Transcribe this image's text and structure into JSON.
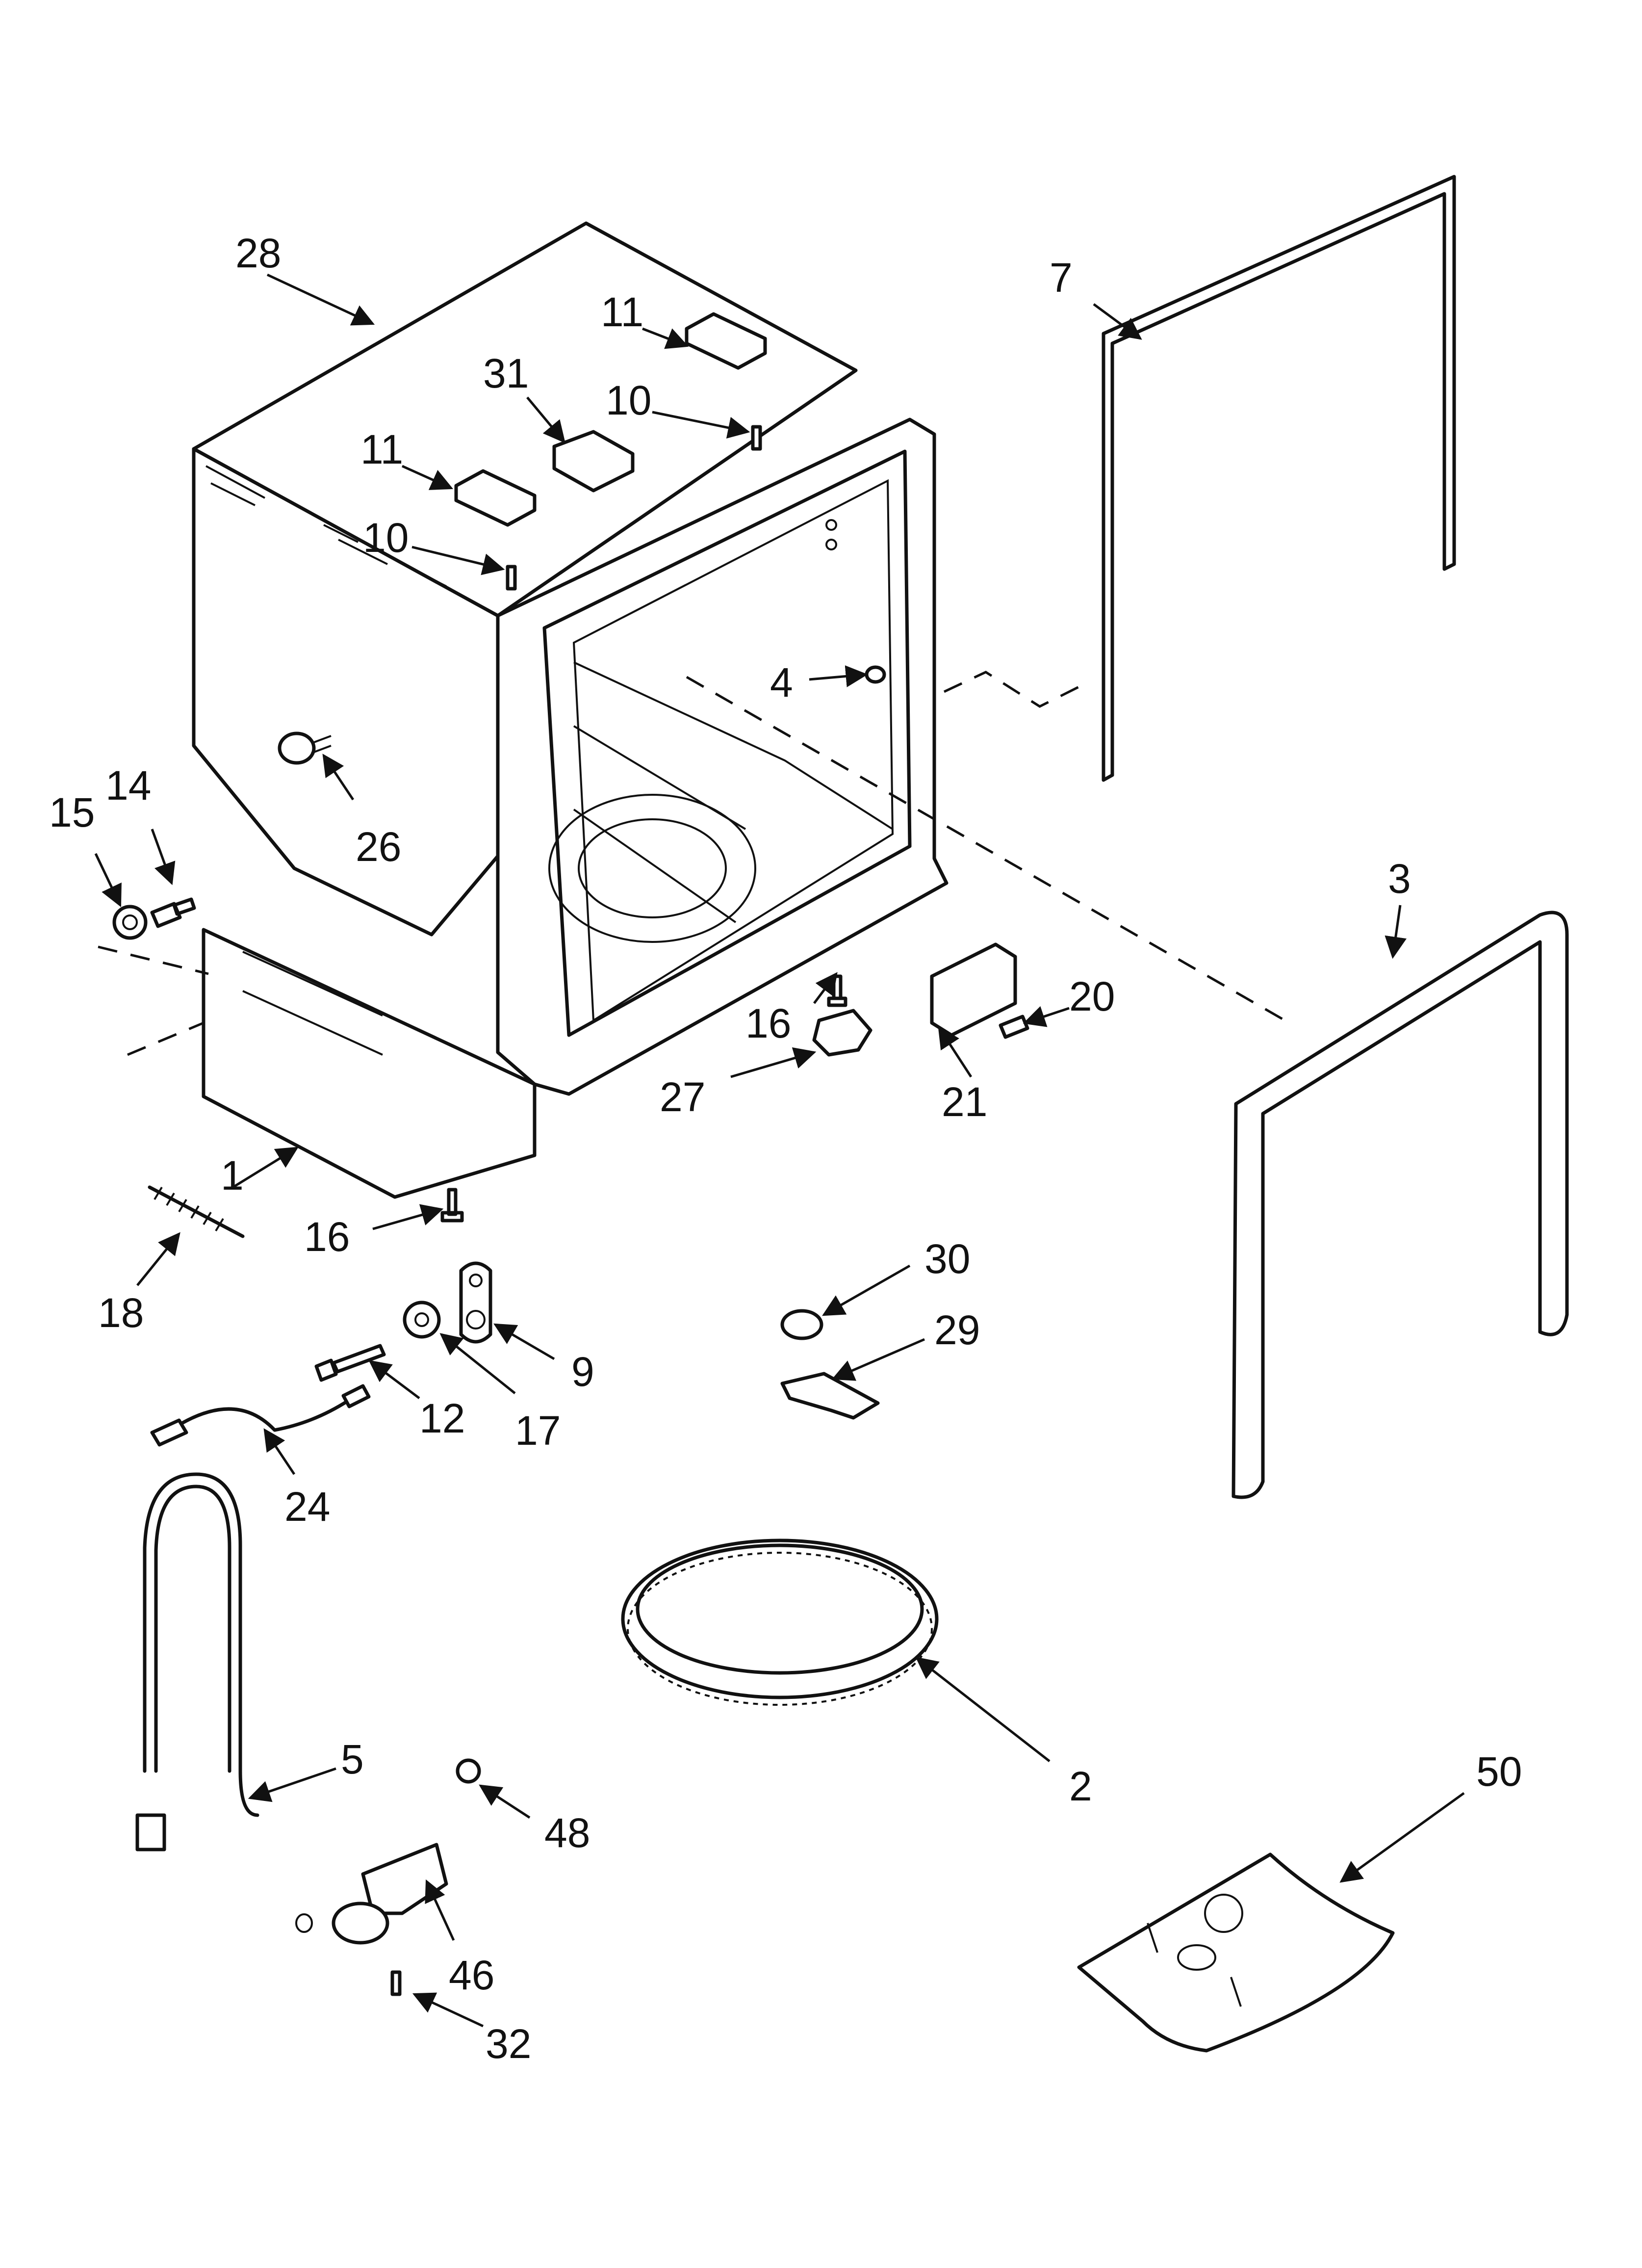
{
  "callouts": [
    {
      "id": "c-28",
      "label": "28"
    },
    {
      "id": "c-7",
      "label": "7"
    },
    {
      "id": "c-11a",
      "label": "11"
    },
    {
      "id": "c-31",
      "label": "31"
    },
    {
      "id": "c-10a",
      "label": "10"
    },
    {
      "id": "c-11b",
      "label": "11"
    },
    {
      "id": "c-10b",
      "label": "10"
    },
    {
      "id": "c-4",
      "label": "4"
    },
    {
      "id": "c-26",
      "label": "26"
    },
    {
      "id": "c-15",
      "label": "15"
    },
    {
      "id": "c-14",
      "label": "14"
    },
    {
      "id": "c-3",
      "label": "3"
    },
    {
      "id": "c-20",
      "label": "20"
    },
    {
      "id": "c-16a",
      "label": "16"
    },
    {
      "id": "c-21",
      "label": "21"
    },
    {
      "id": "c-27",
      "label": "27"
    },
    {
      "id": "c-1",
      "label": "1"
    },
    {
      "id": "c-16b",
      "label": "16"
    },
    {
      "id": "c-18",
      "label": "18"
    },
    {
      "id": "c-30",
      "label": "30"
    },
    {
      "id": "c-29",
      "label": "29"
    },
    {
      "id": "c-9",
      "label": "9"
    },
    {
      "id": "c-12",
      "label": "12"
    },
    {
      "id": "c-17",
      "label": "17"
    },
    {
      "id": "c-24",
      "label": "24"
    },
    {
      "id": "c-2",
      "label": "2"
    },
    {
      "id": "c-50",
      "label": "50"
    },
    {
      "id": "c-5",
      "label": "5"
    },
    {
      "id": "c-48",
      "label": "48"
    },
    {
      "id": "c-46",
      "label": "46"
    },
    {
      "id": "c-32",
      "label": "32"
    }
  ]
}
